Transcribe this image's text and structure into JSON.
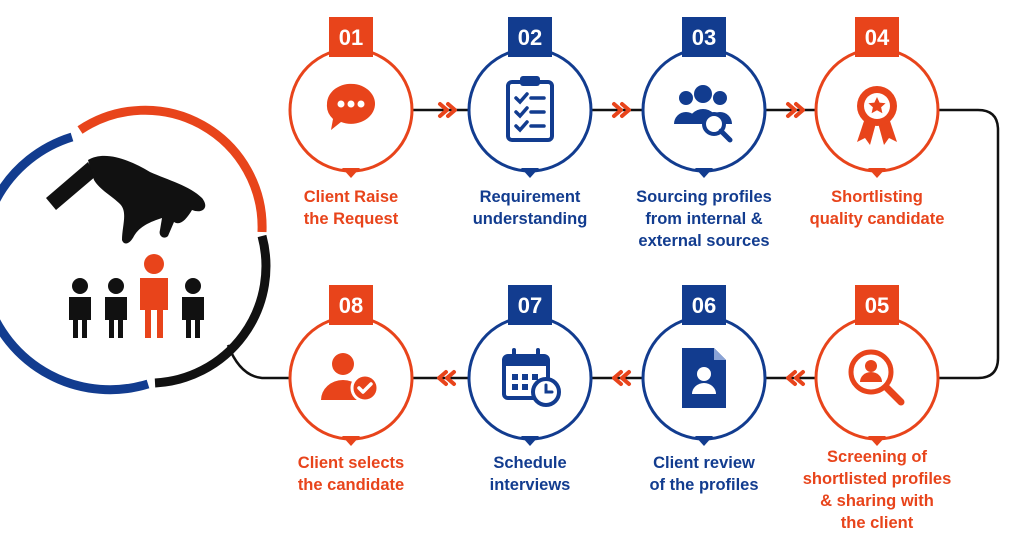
{
  "colors": {
    "orange": "#e8441b",
    "blue": "#123c8f",
    "black": "#111111"
  },
  "hero": {
    "description_icon": "hand-selecting-person-icon"
  },
  "steps": [
    {
      "number": "01",
      "label": "Client Raise\nthe Request",
      "color": "orange",
      "icon": "chat-bubble-icon"
    },
    {
      "number": "02",
      "label": "Requirement\nunderstanding",
      "color": "blue",
      "icon": "checklist-clipboard-icon"
    },
    {
      "number": "03",
      "label": "Sourcing profiles\nfrom internal &\nexternal sources",
      "color": "blue",
      "icon": "people-search-icon"
    },
    {
      "number": "04",
      "label": "Shortlisting\nquality candidate",
      "color": "orange",
      "icon": "award-badge-icon"
    },
    {
      "number": "05",
      "label": "Screening of\nshortlisted profiles\n& sharing with\nthe client",
      "color": "orange",
      "icon": "profile-magnifier-icon"
    },
    {
      "number": "06",
      "label": "Client review\nof the profiles",
      "color": "blue",
      "icon": "profile-document-icon"
    },
    {
      "number": "07",
      "label": "Schedule\ninterviews",
      "color": "blue",
      "icon": "calendar-clock-icon"
    },
    {
      "number": "08",
      "label": "Client selects\nthe candidate",
      "color": "orange",
      "icon": "user-check-icon"
    }
  ]
}
